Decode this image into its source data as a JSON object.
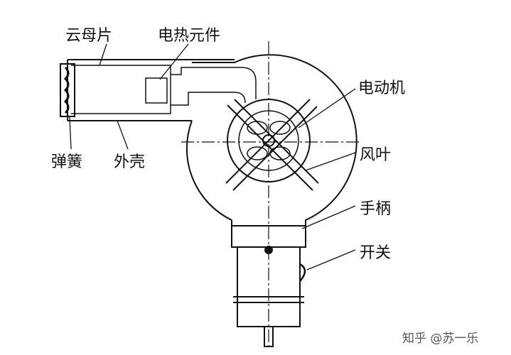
{
  "labels": {
    "mica_sheet": "云母片",
    "heating_element": "电热元件",
    "motor": "电动机",
    "fan_blade": "风叶",
    "handle": "手柄",
    "switch": "开关",
    "spring": "弹簧",
    "shell": "外壳"
  },
  "watermark": "知乎 @苏一乐"
}
